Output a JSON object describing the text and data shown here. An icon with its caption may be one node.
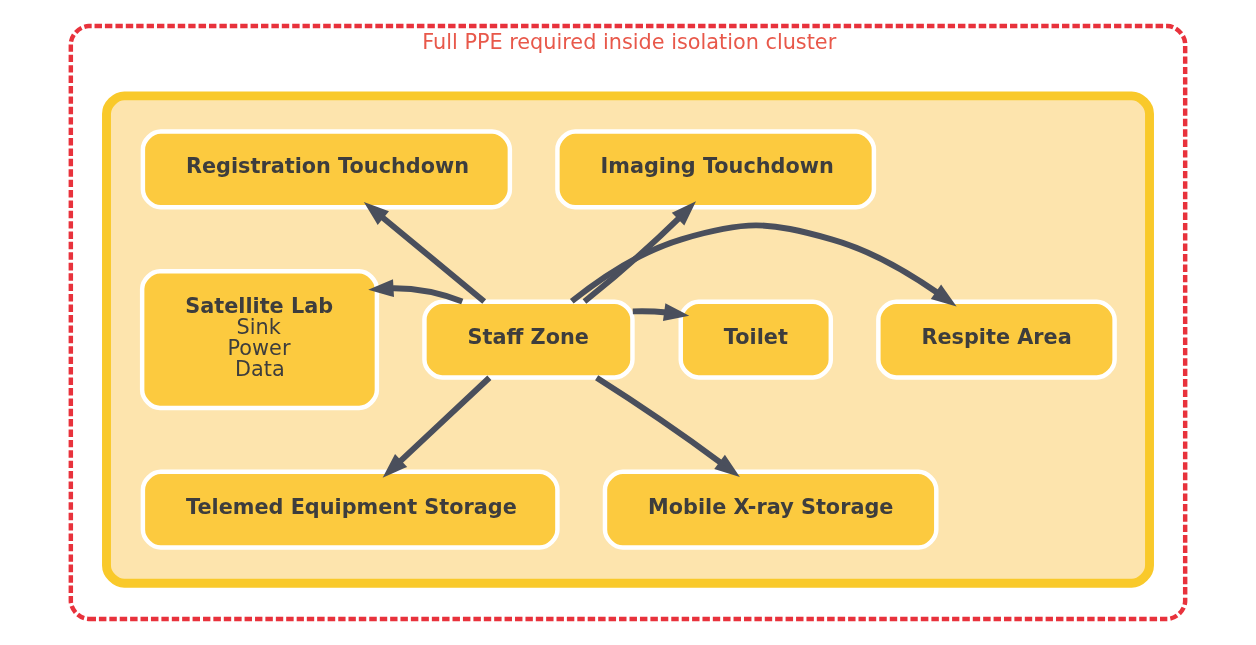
{
  "diagram": {
    "nodes": [
      {
        "text": [
          "Full PPE required inside isolation cluster"
        ]
      },
      {
        "text": [],
        "shape": "box",
        "in": 0
      },
      {
        "text": [
          "Registration Touchdown"
        ],
        "in": 1
      },
      {
        "text": [
          "Imaging Touchdown"
        ],
        "in": 1
      },
      {
        "text": [
          "Satellite Lab",
          "Sink",
          "Power",
          "Data"
        ],
        "in": 1
      },
      {
        "text": [
          "Staff Zone"
        ],
        "in": 1
      },
      {
        "text": [
          "Toilet"
        ],
        "in": 1
      },
      {
        "text": [
          "Respite Area"
        ],
        "in": 1
      },
      {
        "text": [
          "Telemed Equipment Storage"
        ],
        "in": 1
      },
      {
        "text": [
          "Mobile X-ray Storage"
        ],
        "in": 1
      }
    ],
    "edges": [
      {
        "from": 5,
        "to": 2,
        "arrow": "to"
      },
      {
        "from": 5,
        "to": 3,
        "arrow": "to"
      },
      {
        "from": 5,
        "to": 4,
        "arrow": "to"
      },
      {
        "from": 5,
        "to": 6,
        "arrow": "to"
      },
      {
        "from": 5,
        "to": 7,
        "arrow": "to"
      },
      {
        "from": 5,
        "to": 8,
        "arrow": "to"
      },
      {
        "from": 5,
        "to": 9,
        "arrow": "to"
      }
    ]
  }
}
